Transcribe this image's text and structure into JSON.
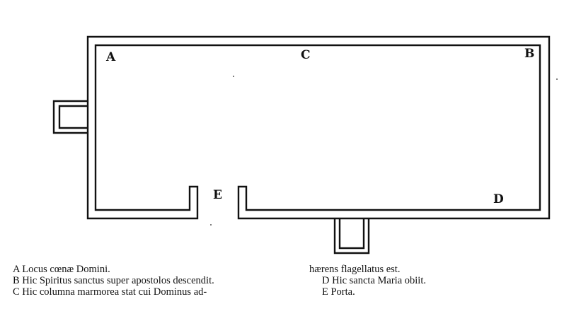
{
  "labels": {
    "a": "A",
    "b": "B",
    "c": "C",
    "d": "D",
    "e": "E"
  },
  "legend": {
    "left": [
      "A Locus cœnæ Domini.",
      "B Hic Spiritus sanctus super apostolos descendit.",
      "C  Hic columna marmorea stat  cui Dominus ad-"
    ],
    "right": [
      "hærens flagellatus est.",
      "D Hic sancta  Maria obiit.",
      "E Porta."
    ]
  }
}
